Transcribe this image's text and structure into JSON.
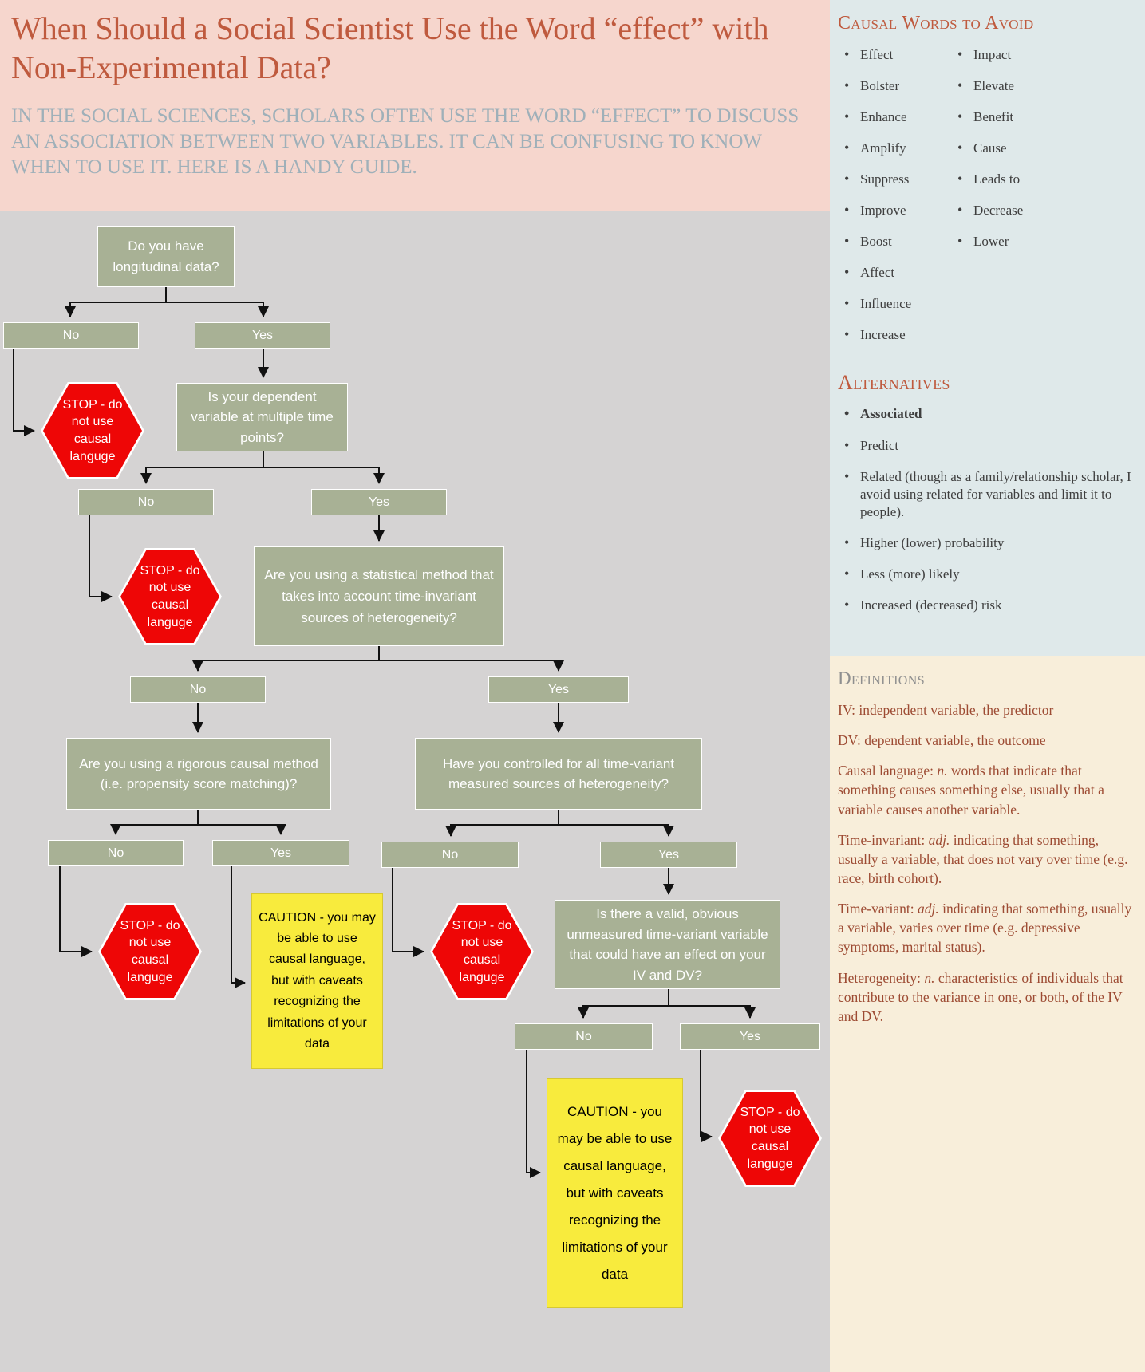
{
  "header": {
    "title": "When Should a Social Scientist Use the Word “effect” with Non-Experimental Data?",
    "subtitle": "IN THE SOCIAL SCIENCES, SCHOLARS OFTEN USE THE WORD “EFFECT” TO DISCUSS AN ASSOCIATION BETWEEN TWO VARIABLES. IT CAN BE CONFUSING TO KNOW WHEN TO USE IT. HERE IS A HANDY GUIDE."
  },
  "flow": {
    "q1": "Do you have longitudinal data?",
    "no": "No",
    "yes": "Yes",
    "stop": "STOP - do not use causal languge",
    "q2": "Is your dependent variable at multiple time points?",
    "q3": "Are you using a statistical method that takes into account time-invariant sources of heterogeneity?",
    "q4": "Are you using a rigorous causal method (i.e. propensity score matching)?",
    "q5": "Have you controlled for all time-variant measured sources of heterogeneity?",
    "q6": "Is there a valid, obvious unmeasured time-variant variable that could have an effect on your IV and DV?",
    "caution": "CAUTION - you may be able to use causal language, but with caveats recognizing the limitations of your data"
  },
  "colors": {
    "header_bg": "#f6d6cd",
    "accent_red": "#bf5a3e",
    "box_green": "#a8b195",
    "stop_red": "#ee0606",
    "caution_yellow": "#f8eb3d",
    "sidebar_blue": "#dfe9ea",
    "definitions_cream": "#f8eeda"
  },
  "sidebar": {
    "avoid_title": "Causal Words to Avoid",
    "avoid_col1": [
      "Effect",
      "Bolster",
      "Enhance",
      "Amplify",
      "Suppress",
      "Improve",
      "Boost",
      "Affect",
      "Influence",
      "Increase"
    ],
    "avoid_col2": [
      "Impact",
      "Elevate",
      "Benefit",
      "Cause",
      "Leads to",
      "Decrease",
      "Lower"
    ],
    "alternatives_title": "Alternatives",
    "alternatives": [
      "Associated",
      "Predict",
      "Related (though as a family/relationship scholar, I avoid using related for variables and limit it to people).",
      "Higher (lower) probability",
      "Less (more) likely",
      "Increased (decreased) risk"
    ]
  },
  "defs": {
    "title": "Definitions",
    "iv": "IV: independent variable, the predictor",
    "dv": "DV: dependent variable, the outcome",
    "causal": {
      "pre": "Causal language: ",
      "pos": "n.",
      "rest": " words that indicate that something causes something else, usually that a variable causes another variable."
    },
    "time_invariant": {
      "pre": "Time-invariant: ",
      "pos": "adj.",
      "rest": " indicating that something, usually a variable, that does not vary over time (e.g. race, birth cohort)."
    },
    "time_variant": {
      "pre": "Time-variant: ",
      "pos": "adj.",
      "rest": " indicating that something, usually a variable, varies over time (e.g. depressive symptoms, marital status)."
    },
    "heterogeneity": {
      "pre": "Heterogeneity: ",
      "pos": "n.",
      "rest": " characteristics of individuals that contribute to the variance in one, or both, of the IV and DV."
    }
  }
}
